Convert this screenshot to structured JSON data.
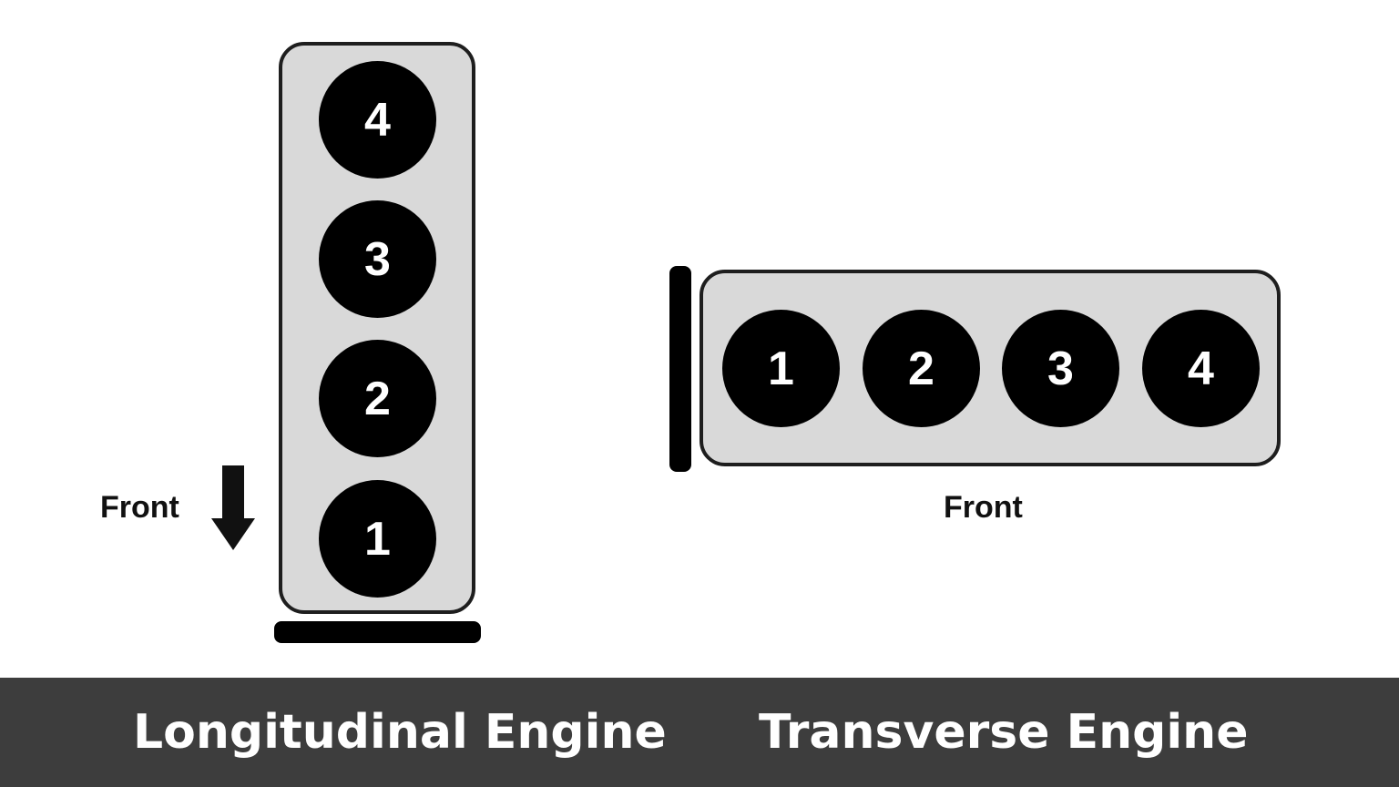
{
  "longitudinal": {
    "front_label": "Front",
    "cylinders": [
      "4",
      "3",
      "2",
      "1"
    ],
    "title": "Longitudinal Engine"
  },
  "transverse": {
    "front_label": "Front",
    "cylinders": [
      "1",
      "2",
      "3",
      "4"
    ],
    "title": "Transverse Engine"
  },
  "colors": {
    "block_fill": "#d9d9d9",
    "cylinder": "#000000",
    "footer_bg": "#3d3d3d"
  },
  "icons": {
    "front_arrow": "arrow-down-icon"
  }
}
